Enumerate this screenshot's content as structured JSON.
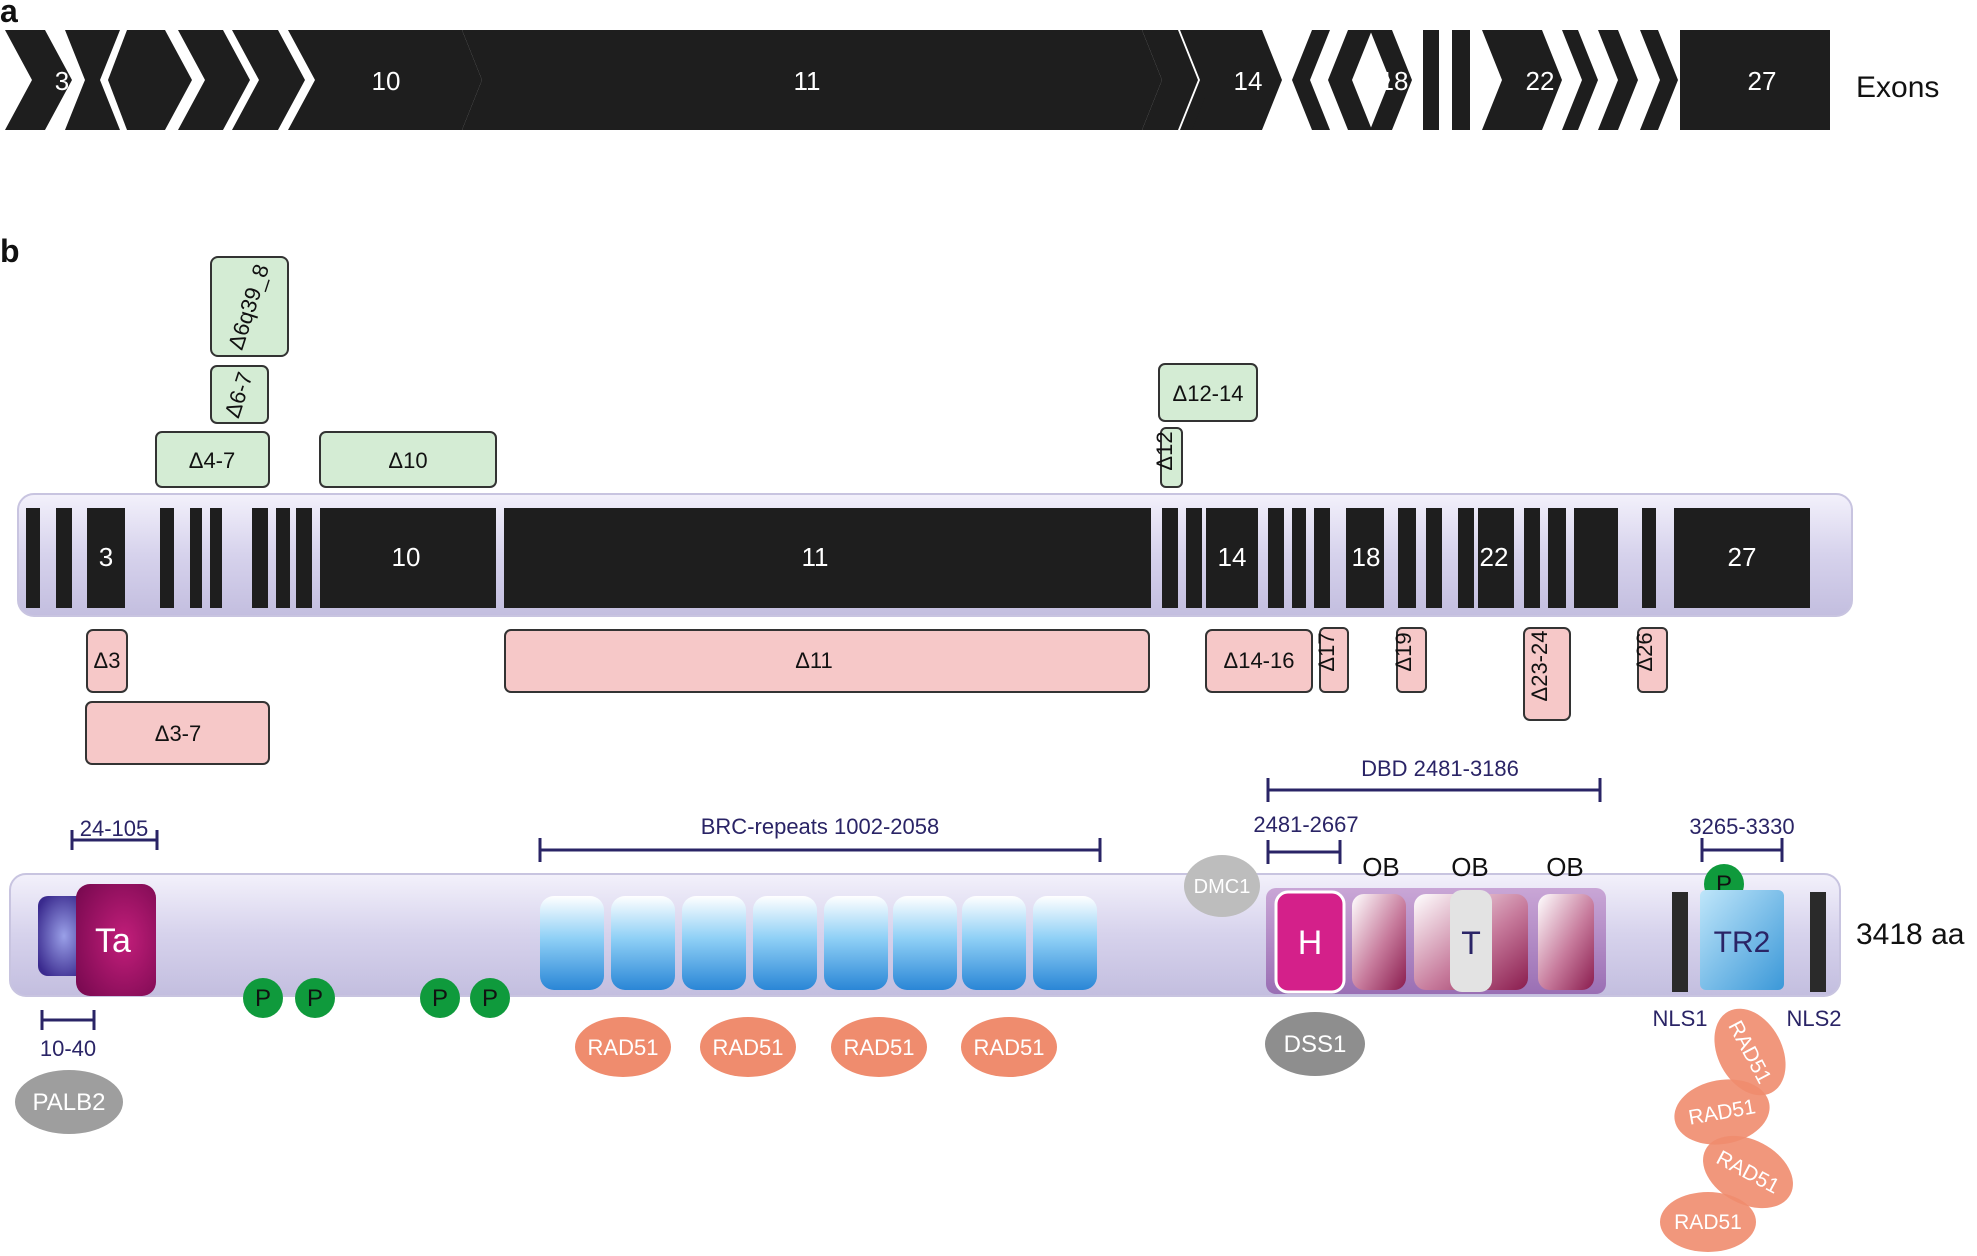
{
  "panel_a": {
    "label": "a",
    "track_label": "Exons",
    "exon_labels": [
      "3",
      "10",
      "11",
      "14",
      "18",
      "22",
      "27"
    ]
  },
  "panel_b": {
    "label": "b",
    "exon_labels": [
      "3",
      "10",
      "11",
      "14",
      "18",
      "22",
      "27"
    ],
    "deletions_above": [
      {
        "text": "Δ6q39_8",
        "color": "#d4ecd4"
      },
      {
        "text": "Δ6-7",
        "color": "#d4ecd4"
      },
      {
        "text": "Δ4-7",
        "color": "#d4ecd4"
      },
      {
        "text": "Δ10",
        "color": "#d4ecd4"
      },
      {
        "text": "Δ12-14",
        "color": "#d4ecd4"
      },
      {
        "text": "Δ12",
        "color": "#d4ecd4"
      }
    ],
    "deletions_below": [
      {
        "text": "Δ3",
        "color": "#f6c8c8"
      },
      {
        "text": "Δ3-7",
        "color": "#f6c8c8"
      },
      {
        "text": "Δ11",
        "color": "#f6c8c8"
      },
      {
        "text": "Δ14-16",
        "color": "#f6c8c8"
      },
      {
        "text": "Δ17",
        "color": "#f6c8c8"
      },
      {
        "text": "Δ19",
        "color": "#f6c8c8"
      },
      {
        "text": "Δ23-24",
        "color": "#f6c8c8"
      },
      {
        "text": "Δ26",
        "color": "#f6c8c8"
      }
    ],
    "protein": {
      "length_label": "3418 aa",
      "ranges": {
        "ta_range": "24-105",
        "brc_range": "BRC-repeats 1002-2058",
        "dbd_range": "DBD 2481-3186",
        "helical_range": "2481-2667",
        "tr2_range": "3265-3330",
        "palb2_range": "10-40"
      },
      "domains": {
        "ta": "Ta",
        "helical": "H",
        "tower": "T",
        "ob": "OB",
        "tr2": "TR2",
        "phospho": "P",
        "nls1": "NLS1",
        "nls2": "NLS2"
      },
      "partners": {
        "palb2": "PALB2",
        "dmc1": "DMC1",
        "dss1": "DSS1",
        "rad51": "RAD51"
      },
      "colors": {
        "rad51": "#ef8c6e",
        "partner_grey": "#9e9e9e",
        "phospho": "#0f9a3c",
        "ta": "#b0106a",
        "brc": "#3aa0e0",
        "scaffold": "#d8d4ec",
        "range_line": "#2a2466"
      }
    }
  }
}
